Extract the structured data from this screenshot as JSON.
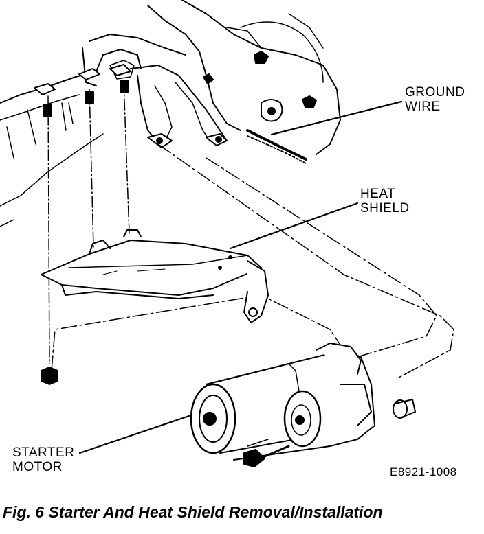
{
  "labels": {
    "ground_wire": [
      "GROUND",
      "WIRE"
    ],
    "heat_shield": [
      "HEAT",
      "SHIELD"
    ],
    "starter_motor": [
      "STARTER",
      "MOTOR"
    ]
  },
  "figure_code": "E8921-1008",
  "caption": "Fig. 6 Starter And Heat Shield Removal/Installation",
  "colors": {
    "ink": "#000000",
    "paper": "#ffffff"
  }
}
